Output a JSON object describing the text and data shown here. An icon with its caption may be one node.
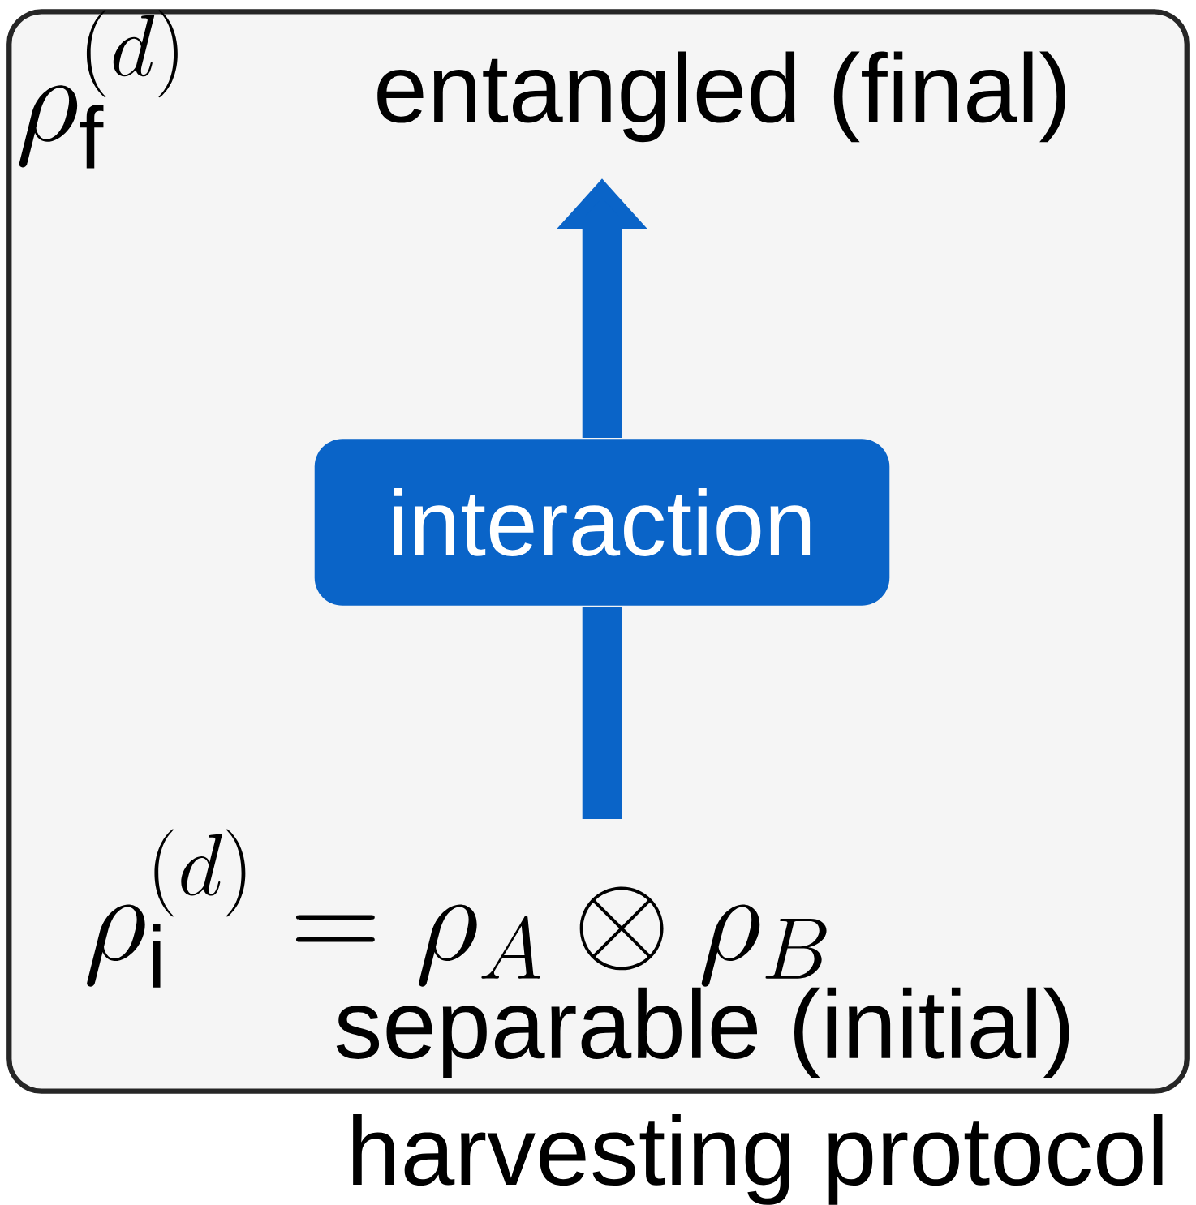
{
  "diagram": {
    "nodes": [
      {
        "text": [
          "harvesting protocol"
        ]
      },
      {
        "text": [
          "\\rho_{\\mathrm{f}}^{(d)}",
          "entangled (final)"
        ],
        "in": 0
      },
      {
        "text": [
          "interaction"
        ],
        "in": 0
      },
      {
        "text": [
          "\\rho_{\\mathrm{i}}^{(d)} = \\rho_A \\otimes \\rho_B",
          "separable (initial)"
        ],
        "in": 0
      }
    ],
    "edges": [
      {
        "from": 3,
        "to": 2,
        "arrow": "none"
      },
      {
        "from": 2,
        "to": 1,
        "arrow": "to"
      }
    ]
  }
}
